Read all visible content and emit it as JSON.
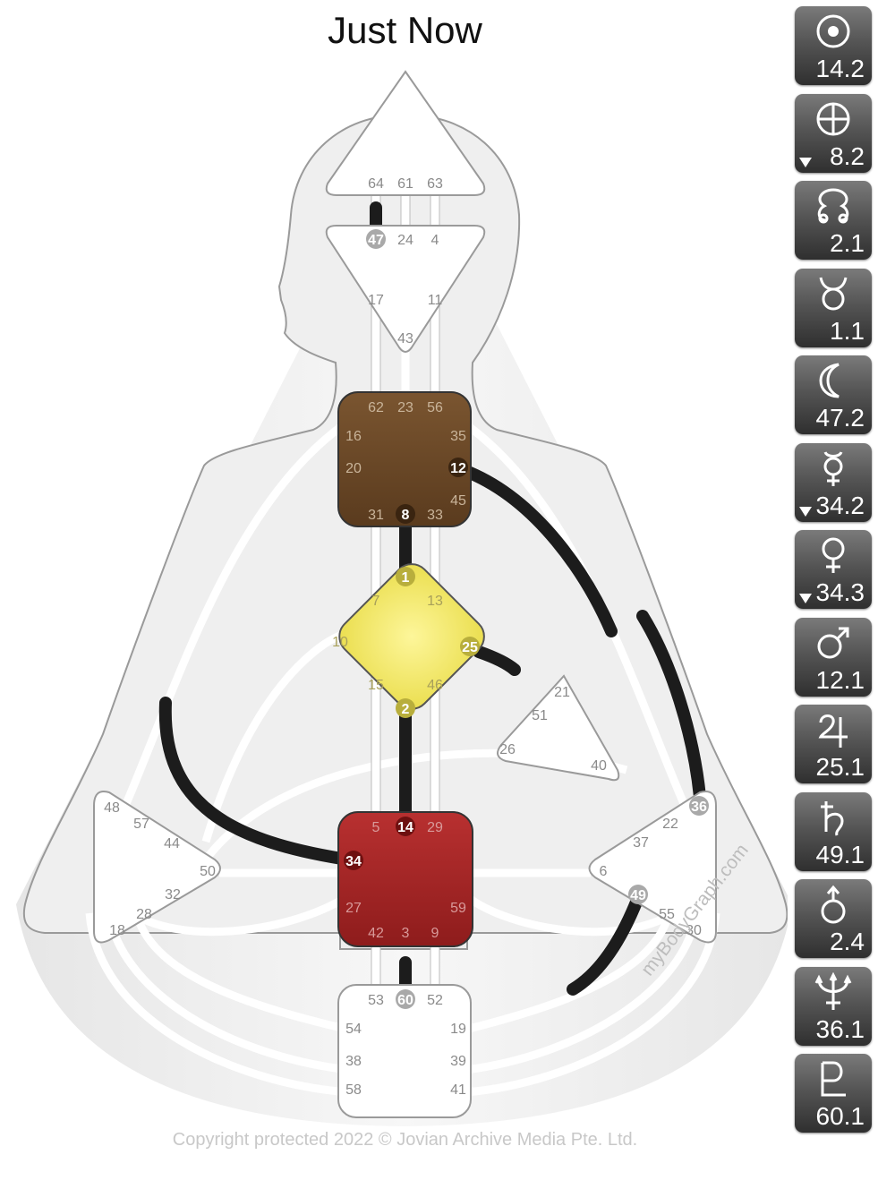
{
  "title": "Just Now",
  "copyright": "Copyright protected 2022 © Jovian Archive Media Pte. Ltd.",
  "watermark": "myBodyGraph.com",
  "colors": {
    "ajna": "#6b4a2a",
    "g_center": "#f3e86a",
    "sacral": "#a82424",
    "channel": "#1c1c1c",
    "panel_bg": "#4a4a4a"
  },
  "gates": {
    "head": [
      "64",
      "61",
      "63"
    ],
    "ajna_top": [
      "47",
      "24",
      "4"
    ],
    "ajna_bottom": [
      "17",
      "11",
      "43"
    ],
    "throat": [
      "62",
      "23",
      "56",
      "16",
      "35",
      "20",
      "12",
      "45",
      "31",
      "8",
      "33"
    ],
    "g": [
      "1",
      "7",
      "13",
      "10",
      "25",
      "15",
      "46",
      "2"
    ],
    "heart": [
      "21",
      "51",
      "26",
      "40"
    ],
    "sacral": [
      "5",
      "14",
      "29",
      "34",
      "27",
      "59",
      "42",
      "3",
      "9"
    ],
    "spleen": [
      "48",
      "57",
      "44",
      "50",
      "32",
      "28",
      "18"
    ],
    "solar": [
      "36",
      "22",
      "37",
      "6",
      "49",
      "55",
      "30"
    ],
    "root": [
      "53",
      "60",
      "52",
      "54",
      "19",
      "38",
      "39",
      "58",
      "41"
    ]
  },
  "planets": [
    {
      "icon": "sun-icon",
      "value": "14.2",
      "arrow": false
    },
    {
      "icon": "earth-icon",
      "value": "8.2",
      "arrow": true
    },
    {
      "icon": "north-node-icon",
      "value": "2.1",
      "arrow": false
    },
    {
      "icon": "south-node-icon",
      "value": "1.1",
      "arrow": false
    },
    {
      "icon": "moon-icon",
      "value": "47.2",
      "arrow": false
    },
    {
      "icon": "mercury-icon",
      "value": "34.2",
      "arrow": true
    },
    {
      "icon": "venus-icon",
      "value": "34.3",
      "arrow": true
    },
    {
      "icon": "mars-icon",
      "value": "12.1",
      "arrow": false
    },
    {
      "icon": "jupiter-icon",
      "value": "25.1",
      "arrow": false
    },
    {
      "icon": "saturn-icon",
      "value": "49.1",
      "arrow": false
    },
    {
      "icon": "uranus-icon",
      "value": "2.4",
      "arrow": false
    },
    {
      "icon": "neptune-icon",
      "value": "36.1",
      "arrow": false
    },
    {
      "icon": "pluto-icon",
      "value": "60.1",
      "arrow": false
    }
  ]
}
